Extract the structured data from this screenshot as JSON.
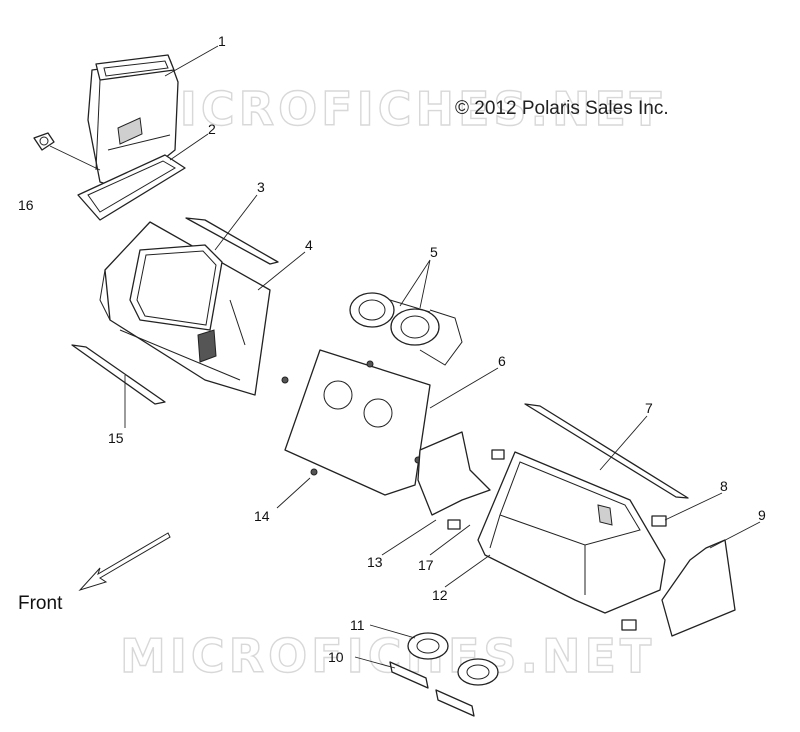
{
  "watermark_text": "MICROFICHES.NET",
  "copyright": "© 2012 Polaris Sales Inc.",
  "front_label": "Front",
  "callouts": [
    "1",
    "2",
    "3",
    "4",
    "5",
    "6",
    "7",
    "8",
    "9",
    "10",
    "11",
    "12",
    "13",
    "14",
    "15",
    "16",
    "17"
  ]
}
